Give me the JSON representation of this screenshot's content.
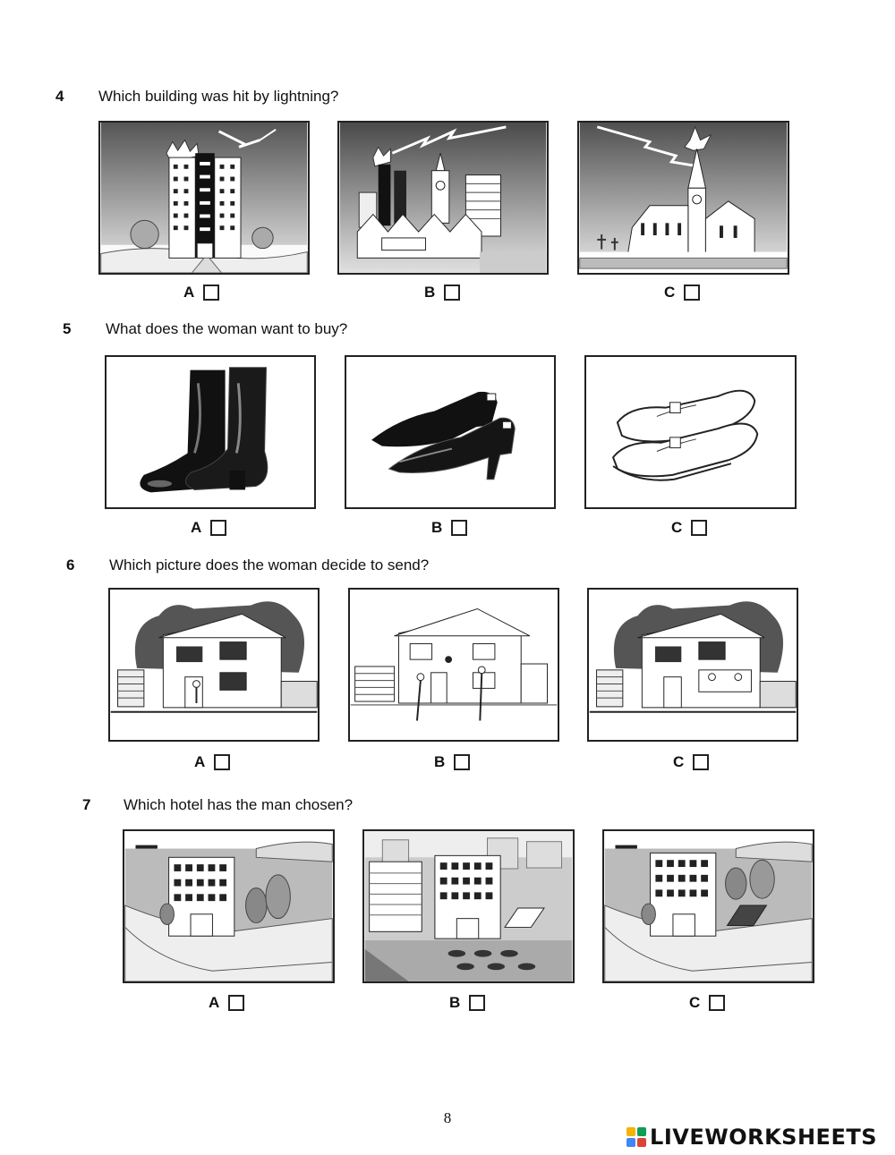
{
  "questions": [
    {
      "number": "4",
      "text": "Which building was hit by lightning?",
      "options": [
        {
          "label": "A",
          "picture": "tower-block-lightning"
        },
        {
          "label": "B",
          "picture": "factory-town-lightning"
        },
        {
          "label": "C",
          "picture": "church-lightning"
        }
      ]
    },
    {
      "number": "5",
      "text": "What does the woman want to buy?",
      "options": [
        {
          "label": "A",
          "picture": "rubber-boots"
        },
        {
          "label": "B",
          "picture": "high-heel-shoes"
        },
        {
          "label": "C",
          "picture": "loafers"
        }
      ]
    },
    {
      "number": "6",
      "text": "Which picture does the woman decide to send?",
      "options": [
        {
          "label": "A",
          "picture": "house-person-at-door"
        },
        {
          "label": "B",
          "picture": "house-people-playing-ball"
        },
        {
          "label": "C",
          "picture": "house-people-at-window"
        }
      ]
    },
    {
      "number": "7",
      "text": "Which hotel has the man chosen?",
      "options": [
        {
          "label": "A",
          "picture": "hotel-by-sea"
        },
        {
          "label": "B",
          "picture": "hotel-in-city"
        },
        {
          "label": "C",
          "picture": "hotel-by-sea-with-pool"
        }
      ]
    }
  ],
  "page_number": "8",
  "brand": {
    "name": "LIVEWORKSHEETS",
    "colors": [
      "#f4b400",
      "#0f9d58",
      "#4285f4",
      "#db4437"
    ]
  }
}
